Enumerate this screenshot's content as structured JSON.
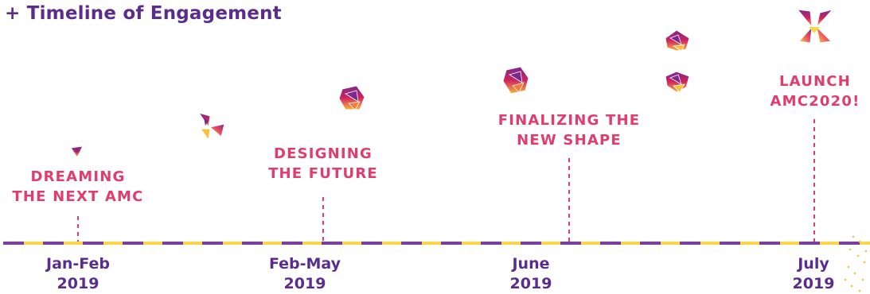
{
  "title": "+ Timeline of Engagement",
  "milestones": [
    {
      "line1": "DREAMING",
      "line2": "THE NEXT AMC"
    },
    {
      "line1": "DESIGNING",
      "line2": "THE FUTURE"
    },
    {
      "line1": "FINALIZING THE",
      "line2": "NEW SHAPE"
    },
    {
      "line1": "LAUNCH",
      "line2": "AMC2020!"
    }
  ],
  "dates": [
    {
      "month": "Jan-Feb",
      "year": "2019"
    },
    {
      "month": "Feb-May",
      "year": "2019"
    },
    {
      "month": "June",
      "year": "2019"
    },
    {
      "month": "July",
      "year": "2019"
    }
  ],
  "colors": {
    "purple": "#5a2d8c",
    "pink": "#e03c6f",
    "magenta": "#c41f6a",
    "orange": "#f47b3c",
    "yellow": "#f9d648"
  }
}
